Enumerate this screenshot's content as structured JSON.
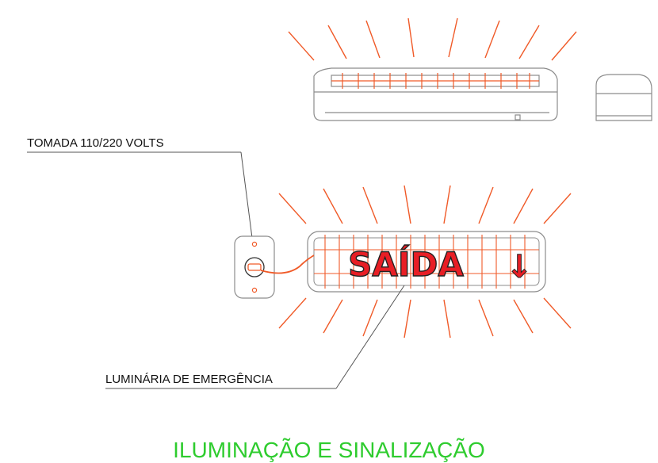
{
  "labels": {
    "outlet": "TOMADA 110/220 VOLTS",
    "emergency_light": "LUMINÁRIA DE EMERGÊNCIA"
  },
  "sign": {
    "text": "SAÍDA",
    "arrow": "↓"
  },
  "title": "ILUMINAÇÃO E SINALIZAÇÃO",
  "colors": {
    "rays": "#f05a28",
    "sign_fill": "#e81e25",
    "lines": "#8c8c8c",
    "title": "#2ecc2e"
  }
}
